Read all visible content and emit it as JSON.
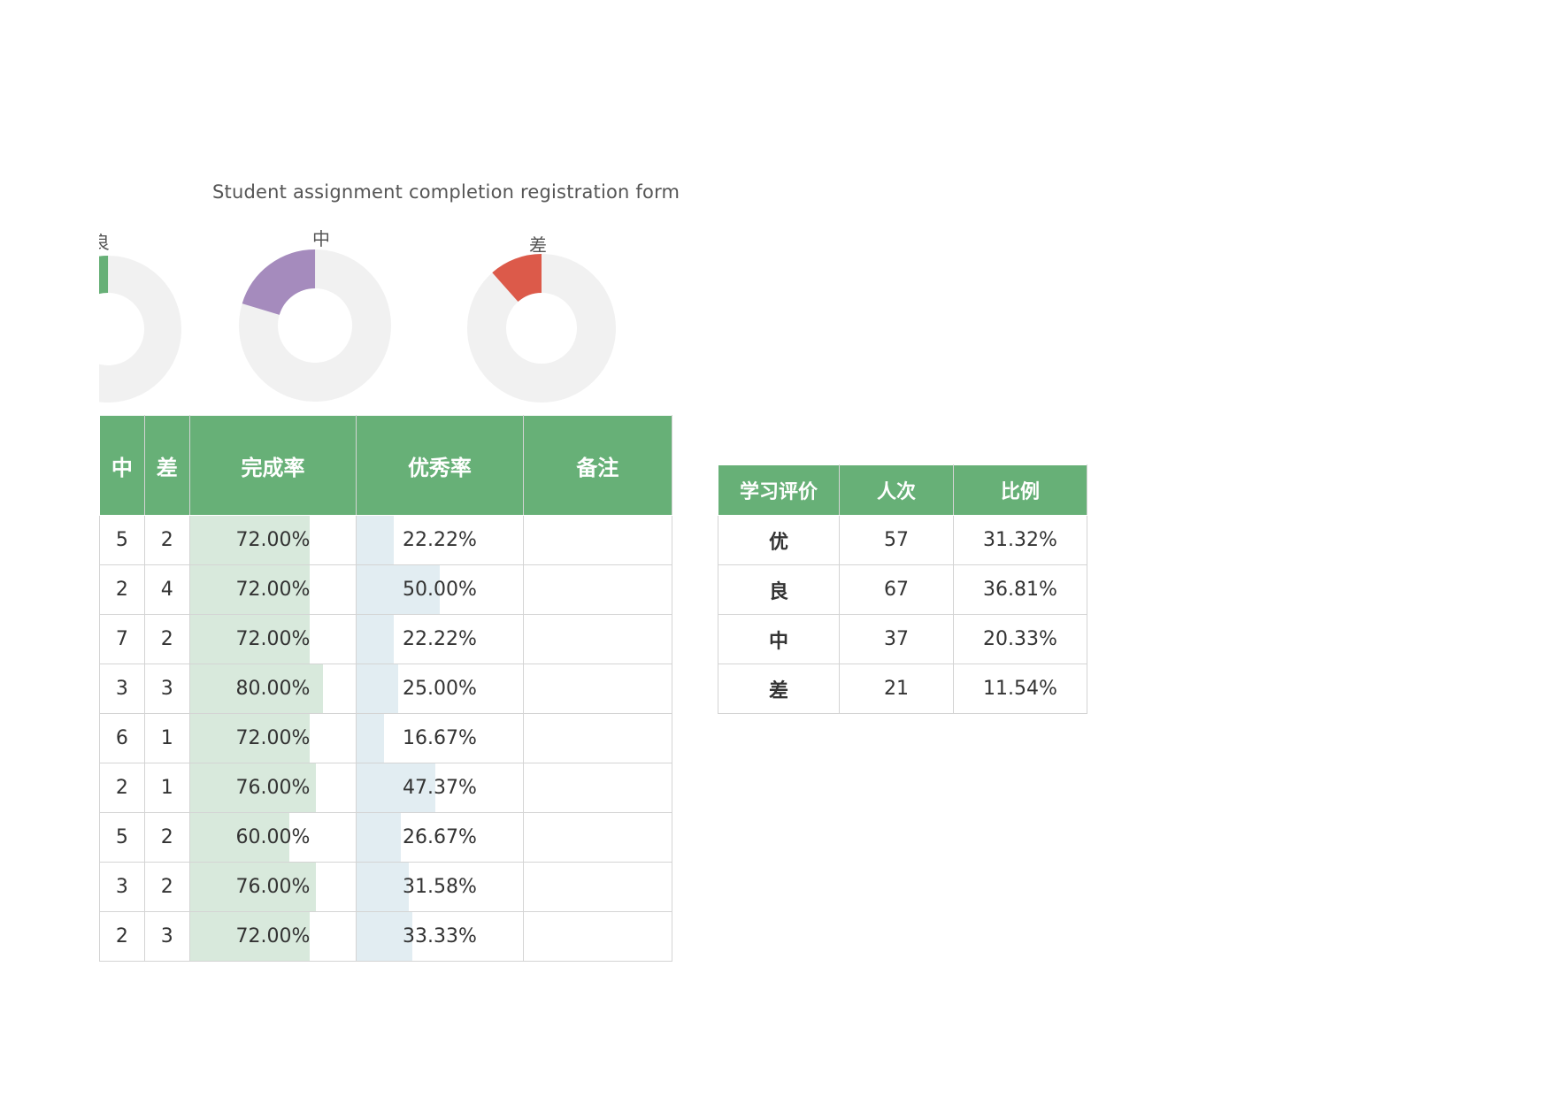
{
  "title": "Student assignment completion registration form",
  "donuts": [
    {
      "label": "良",
      "fraction": 0.3681,
      "color": "#67b077",
      "track": "#f1f1f1"
    },
    {
      "label": "中",
      "fraction": 0.2033,
      "color": "#a58bbd",
      "track": "#f1f1f1"
    },
    {
      "label": "差",
      "fraction": 0.1154,
      "color": "#dc5a4a",
      "track": "#f1f1f1"
    }
  ],
  "main_table": {
    "headers": [
      "中",
      "差",
      "完成率",
      "优秀率",
      "备注"
    ],
    "rows": [
      {
        "mid": "5",
        "poor": "2",
        "rate": "72.00%",
        "rate_value": 0.72,
        "excellent": "22.22%",
        "excellent_value": 0.2222,
        "note": ""
      },
      {
        "mid": "2",
        "poor": "4",
        "rate": "72.00%",
        "rate_value": 0.72,
        "excellent": "50.00%",
        "excellent_value": 0.5,
        "note": ""
      },
      {
        "mid": "7",
        "poor": "2",
        "rate": "72.00%",
        "rate_value": 0.72,
        "excellent": "22.22%",
        "excellent_value": 0.2222,
        "note": ""
      },
      {
        "mid": "3",
        "poor": "3",
        "rate": "80.00%",
        "rate_value": 0.8,
        "excellent": "25.00%",
        "excellent_value": 0.25,
        "note": ""
      },
      {
        "mid": "6",
        "poor": "1",
        "rate": "72.00%",
        "rate_value": 0.72,
        "excellent": "16.67%",
        "excellent_value": 0.1667,
        "note": ""
      },
      {
        "mid": "2",
        "poor": "1",
        "rate": "76.00%",
        "rate_value": 0.76,
        "excellent": "47.37%",
        "excellent_value": 0.4737,
        "note": ""
      },
      {
        "mid": "5",
        "poor": "2",
        "rate": "60.00%",
        "rate_value": 0.6,
        "excellent": "26.67%",
        "excellent_value": 0.2667,
        "note": ""
      },
      {
        "mid": "3",
        "poor": "2",
        "rate": "76.00%",
        "rate_value": 0.76,
        "excellent": "31.58%",
        "excellent_value": 0.3158,
        "note": ""
      },
      {
        "mid": "2",
        "poor": "3",
        "rate": "72.00%",
        "rate_value": 0.72,
        "excellent": "33.33%",
        "excellent_value": 0.3333,
        "note": ""
      }
    ]
  },
  "eval_table": {
    "headers": [
      "学习评价",
      "人次",
      "比例"
    ],
    "rows": [
      {
        "level": "优",
        "count": "57",
        "ratio": "31.32%"
      },
      {
        "level": "良",
        "count": "67",
        "ratio": "36.81%"
      },
      {
        "level": "中",
        "count": "37",
        "ratio": "20.33%"
      },
      {
        "level": "差",
        "count": "21",
        "ratio": "11.54%"
      }
    ]
  },
  "colors": {
    "header_green": "#67b077",
    "bar_green": "#d8e9dc",
    "bar_blue": "#e2edf2"
  }
}
